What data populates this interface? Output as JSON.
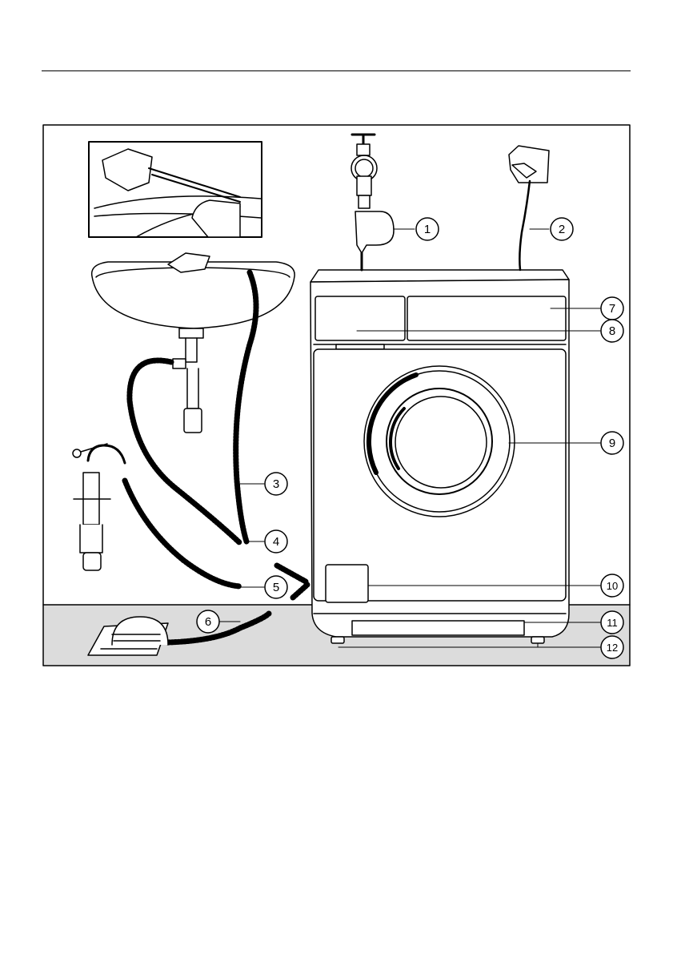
{
  "figure": {
    "ink_color": "#000000",
    "floor_color": "#dcdcdc",
    "callouts": [
      {
        "label": "1",
        "part": "water-inlet-valve-with-tap"
      },
      {
        "label": "2",
        "part": "mains-power-cable"
      },
      {
        "label": "3",
        "part": "drain-hose-hooked-over-basin"
      },
      {
        "label": "4",
        "part": "drain-hose-to-sink-trap"
      },
      {
        "label": "5",
        "part": "drain-hose-to-standpipe"
      },
      {
        "label": "6",
        "part": "drain-hose-to-floor-gully"
      },
      {
        "label": "7",
        "part": "control-panel"
      },
      {
        "label": "8",
        "part": "detergent-dispenser-drawer"
      },
      {
        "label": "9",
        "part": "door"
      },
      {
        "label": "10",
        "part": "drain-filter-access-flap"
      },
      {
        "label": "11",
        "part": "plinth"
      },
      {
        "label": "12",
        "part": "adjustable-feet"
      }
    ]
  }
}
